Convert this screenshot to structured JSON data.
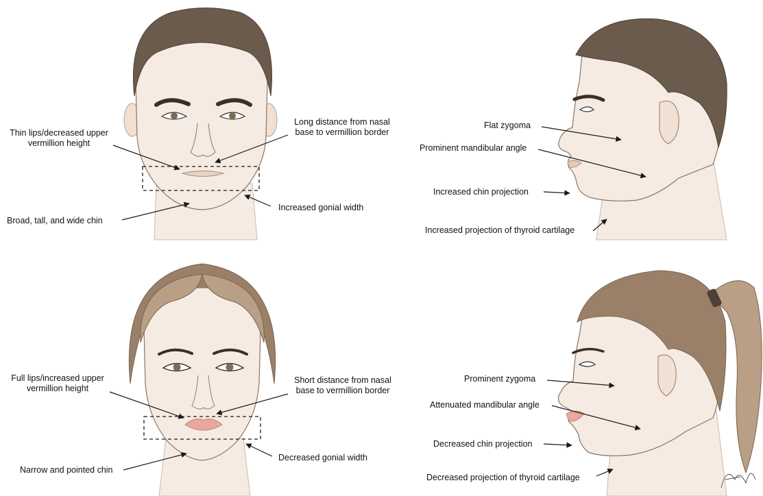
{
  "colors": {
    "skin": "#f6ebe2",
    "skin_shadow": "#e2cdbd",
    "male_hair": "#6b5b4c",
    "male_hair_dark": "#4e4034",
    "female_hair": "#9a8069",
    "female_hair_light": "#b99f86",
    "lips_female": "#e8a89c",
    "brow": "#3a2f26",
    "iris": "#7d6b58",
    "line": "#1a1a1a"
  },
  "panels": {
    "male_front": {
      "labels": {
        "thin_lips": "Thin lips/decreased upper\nvermillion height",
        "long_distance": "Long distance from nasal\nbase to vermillion border",
        "broad_chin": "Broad, tall, and wide chin",
        "gonial_width": "Increased gonial width"
      }
    },
    "male_profile": {
      "labels": {
        "zygoma": "Flat zygoma",
        "mandibular_angle": "Prominent mandibular angle",
        "chin_projection": "Increased chin projection",
        "thyroid": "Increased projection of thyroid cartilage"
      }
    },
    "female_front": {
      "labels": {
        "full_lips": "Full lips/increased upper\nvermillion height",
        "short_distance": "Short distance from nasal\nbase to vermillion border",
        "narrow_chin": "Narrow and pointed chin",
        "gonial_width": "Decreased gonial width"
      }
    },
    "female_profile": {
      "labels": {
        "zygoma": "Prominent zygoma",
        "mandibular_angle": "Attenuated mandibular angle",
        "chin_projection": "Decreased chin projection",
        "thyroid": "Decreased projection of thyroid cartilage"
      }
    }
  },
  "signature_text": "AM"
}
